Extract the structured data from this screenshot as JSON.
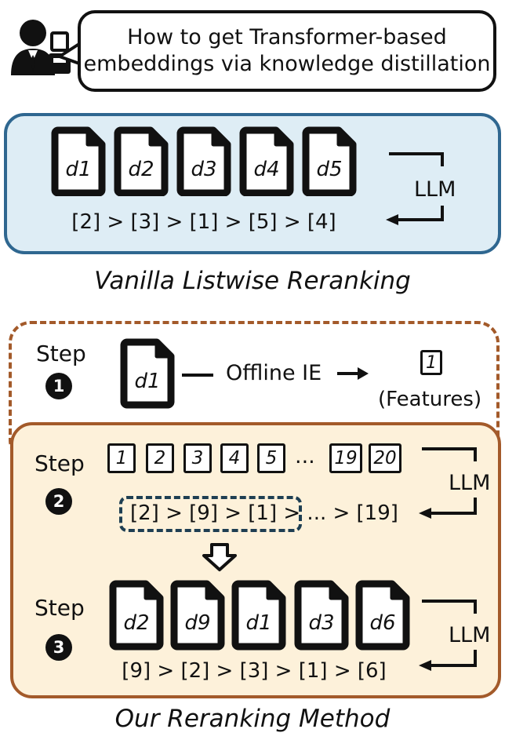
{
  "question": {
    "line1": "How to get Transformer-based",
    "line2": "embeddings via knowledge distillation"
  },
  "vanilla": {
    "docs": [
      "d1",
      "d2",
      "d3",
      "d4",
      "d5"
    ],
    "ranking": "[2] > [3] > [1] > [5] > [4]",
    "llm": "LLM",
    "caption": "Vanilla Listwise Reranking"
  },
  "ours": {
    "step_word": "Step",
    "step1": {
      "num": "1",
      "doc": "d1",
      "action": "Offline IE",
      "feature": "1",
      "feature_label": "(Features)"
    },
    "step2": {
      "num": "2",
      "features_left": [
        "1",
        "2",
        "3",
        "4",
        "5"
      ],
      "ellipsis": "...",
      "features_right": [
        "19",
        "20"
      ],
      "ranking": "[2] > [9] > [1] > ... > [19]",
      "llm": "LLM"
    },
    "step3": {
      "num": "3",
      "docs": [
        "d2",
        "d9",
        "d1",
        "d3",
        "d6"
      ],
      "ranking": "[9] > [2] > [3] > [1] > [6]",
      "llm": "LLM"
    },
    "caption": "Our Reranking Method"
  },
  "colors": {
    "blue_border": "#2f6790",
    "blue_fill": "#deedf5",
    "orange_border": "#a35a2a",
    "orange_fill": "#fdf1da"
  },
  "icons": [
    "user-icon",
    "document-icon",
    "arrow-right-icon",
    "return-arrow-icon",
    "down-arrow-icon"
  ]
}
